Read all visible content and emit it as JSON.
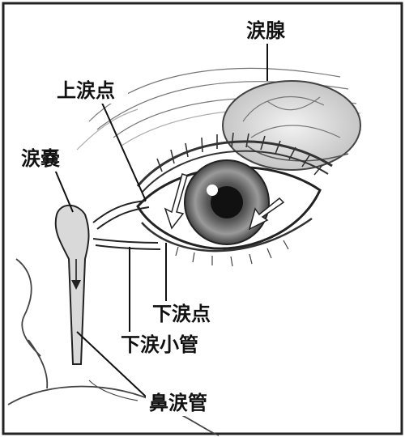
{
  "labels": {
    "lacrimal_gland": "涙腺",
    "upper_punctum": "上涙点",
    "lacrimal_sac": "涙嚢",
    "lower_punctum": "下涙点",
    "lower_canaliculus": "下涙小管",
    "nasolacrimal_duct": "鼻涙管"
  },
  "colors": {
    "ink": "#2a2a2a",
    "border": "#222222",
    "background": "#ffffff"
  }
}
